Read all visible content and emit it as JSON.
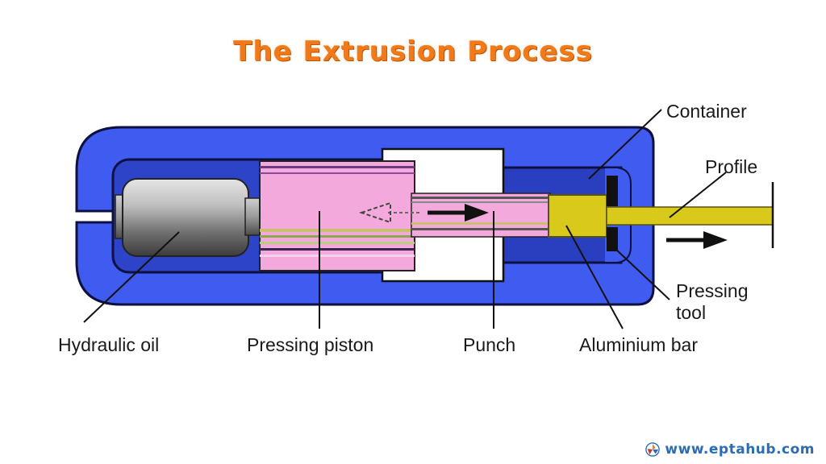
{
  "title": "The Extrusion Process",
  "labels": {
    "container": "Container",
    "profile": "Profile",
    "pressing_tool_line1": "Pressing",
    "pressing_tool_line2": "tool",
    "hydraulic_oil": "Hydraulic oil",
    "pressing_piston": "Pressing piston",
    "punch": "Punch",
    "aluminium_bar": "Aluminium bar"
  },
  "watermark": "www.eptahub.com",
  "colors": {
    "title": "#f07a1a",
    "housing": "#3f5bf0",
    "housing_outline": "#0d1040",
    "piston": "#f4a9dc",
    "aluminium": "#d9c91a",
    "watermark": "#2b6cb5"
  },
  "icons": {
    "logo": "eptahub-logo-icon",
    "push_arrow": "right-arrow-icon",
    "return_arrow": "dashed-left-arrow-icon",
    "exit_arrow": "right-arrow-icon"
  }
}
